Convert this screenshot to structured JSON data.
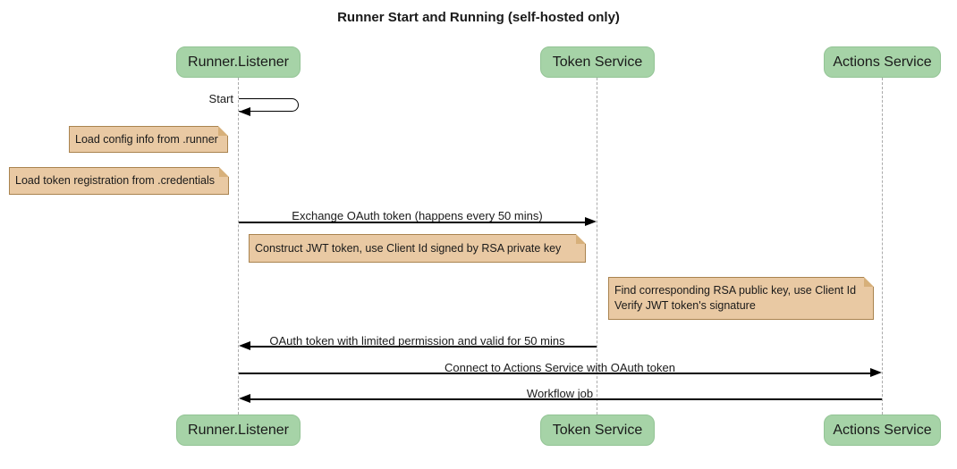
{
  "diagram": {
    "type": "sequence",
    "title": "Runner Start and Running (self-hosted only)"
  },
  "participants": [
    {
      "label": "Runner.Listener"
    },
    {
      "label": "Token Service"
    },
    {
      "label": "Actions Service"
    }
  ],
  "messages": [
    {
      "label": "Start",
      "from": "Runner.Listener",
      "to": "Runner.Listener",
      "style": "self-loop"
    },
    {
      "label": "Exchange OAuth token (happens every 50 mins)",
      "from": "Runner.Listener",
      "to": "Token Service",
      "style": "solid-arrow"
    },
    {
      "label": "OAuth token with limited permission and valid for 50 mins",
      "from": "Token Service",
      "to": "Runner.Listener",
      "style": "solid-arrow"
    },
    {
      "label": "Connect to Actions Service with OAuth token",
      "from": "Runner.Listener",
      "to": "Actions Service",
      "style": "solid-arrow"
    },
    {
      "label": "Workflow job",
      "from": "Actions Service",
      "to": "Runner.Listener",
      "style": "solid-arrow"
    }
  ],
  "notes": [
    {
      "lines": [
        "Load config info from .runner"
      ],
      "placement": "left of Runner.Listener"
    },
    {
      "lines": [
        "Load token registration from .credentials"
      ],
      "placement": "left of Runner.Listener"
    },
    {
      "lines": [
        "Construct JWT token, use Client Id signed by RSA private key"
      ],
      "placement": "right of Runner.Listener"
    },
    {
      "lines": [
        "Find corresponding RSA public key, use Client Id",
        "Verify JWT token's signature"
      ],
      "placement": "right of Token Service"
    }
  ],
  "colors": {
    "background": "#ffffff",
    "text": "#1a1a1a",
    "participant_fill": "#a6d3a7",
    "participant_border": "#93c495",
    "note_fill": "#e9c9a3",
    "note_border": "#a9834f",
    "note_fold": "#d7b07a",
    "lifeline": "#aaaaaa",
    "arrow": "#000000"
  }
}
